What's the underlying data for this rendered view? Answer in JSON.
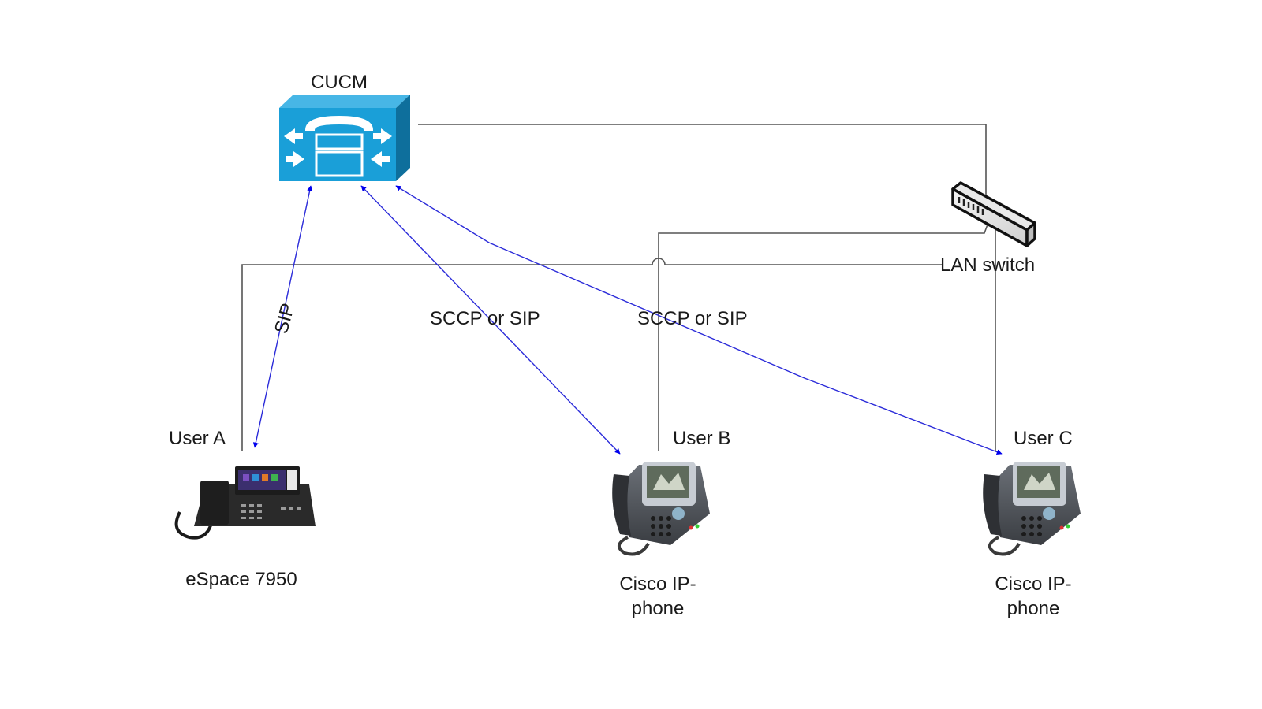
{
  "diagram": {
    "title": "CUCM interoperability topology",
    "nodes": {
      "cucm": {
        "label": "CUCM",
        "icon": "call-manager-server-icon",
        "color": "#1a9fd8"
      },
      "lan_switch": {
        "label": "LAN switch",
        "icon": "lan-switch-icon"
      },
      "user_a": {
        "user_label": "User A",
        "device_label": "eSpace 7950",
        "icon": "desk-ip-phone-touchscreen-icon"
      },
      "user_b": {
        "user_label": "User B",
        "device_label": "Cisco IP-\nphone",
        "icon": "cisco-ip-phone-icon"
      },
      "user_c": {
        "user_label": "User C",
        "device_label": "Cisco IP-\nphone",
        "icon": "cisco-ip-phone-icon"
      }
    },
    "signaling_links": [
      {
        "from": "user_a",
        "to": "cucm",
        "label": "SIP",
        "bidirectional": true,
        "color": "#0000ee"
      },
      {
        "from": "user_b",
        "to": "cucm",
        "label": "SCCP or SIP",
        "bidirectional": true,
        "color": "#0000ee"
      },
      {
        "from": "user_c",
        "to": "cucm",
        "label": "SCCP or SIP",
        "bidirectional": true,
        "color": "#0000ee"
      }
    ],
    "physical_links": [
      {
        "from": "cucm",
        "to": "lan_switch"
      },
      {
        "from": "user_a",
        "to": "lan_switch"
      },
      {
        "from": "user_b",
        "to": "lan_switch"
      },
      {
        "from": "user_c",
        "to": "lan_switch"
      }
    ],
    "wire_color": "#555555"
  }
}
